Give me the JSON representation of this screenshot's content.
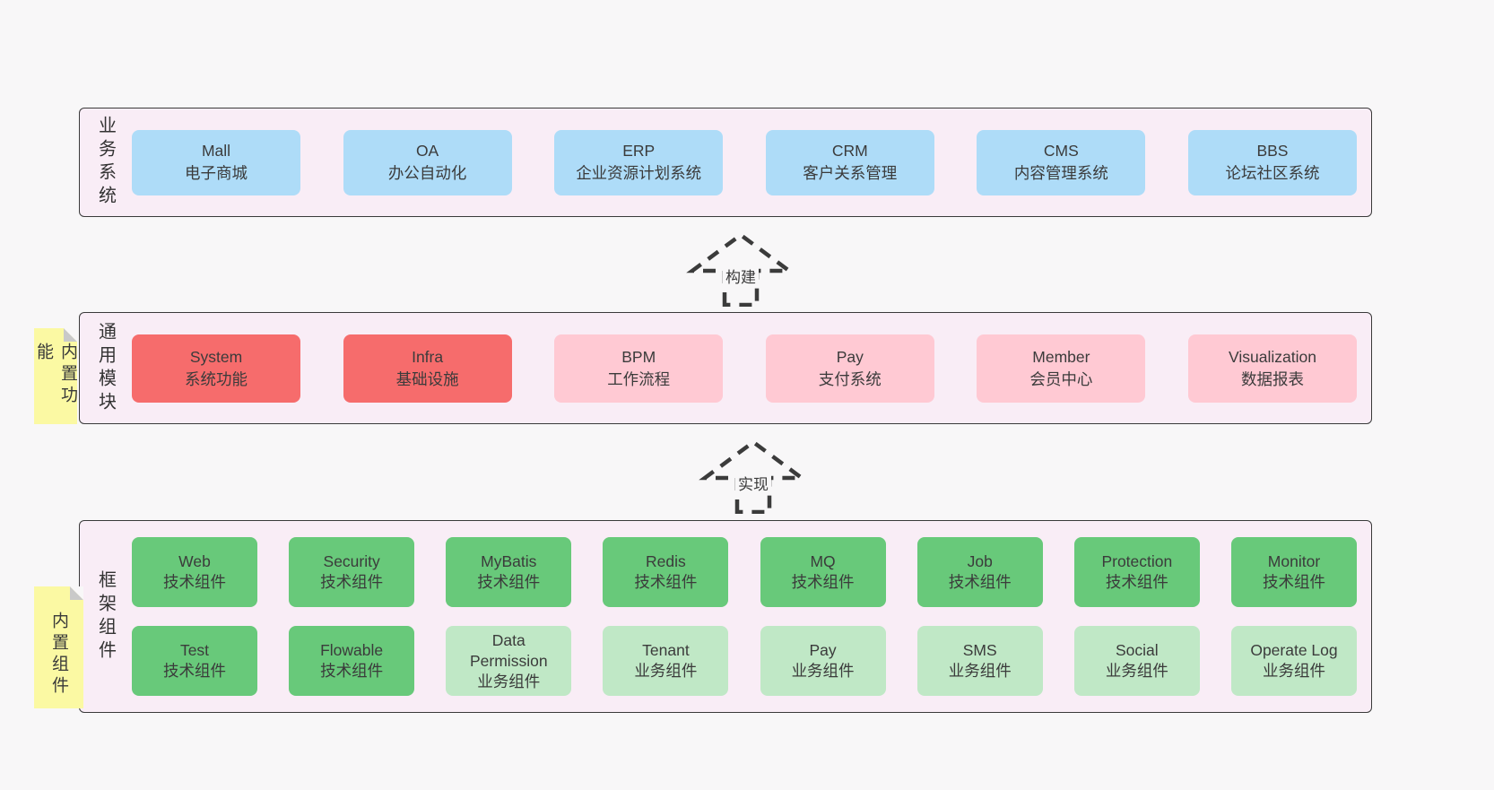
{
  "colors": {
    "page_bg": "#f8f7f8",
    "panel_bg": "#f9edf6",
    "panel_border": "#3a3a3a",
    "blue_box": "#aedcf8",
    "red_box": "#f66c6c",
    "pink_box": "#ffc9d3",
    "green_box": "#68c97a",
    "light_green_box": "#c0e8c6",
    "note_yellow": "#fbf9a3",
    "note_fold_gray": "#c9c9c9",
    "text": "#3b3b3b"
  },
  "sections": [
    {
      "label": "业务系统",
      "boxes": [
        {
          "name": "Mall",
          "desc": "电子商城"
        },
        {
          "name": "OA",
          "desc": "办公自动化"
        },
        {
          "name": "ERP",
          "desc": "企业资源计划系统"
        },
        {
          "name": "CRM",
          "desc": "客户关系管理"
        },
        {
          "name": "CMS",
          "desc": "内容管理系统"
        },
        {
          "name": "BBS",
          "desc": "论坛社区系统"
        }
      ]
    },
    {
      "label": "通用模块",
      "note": "内置功能",
      "boxes": [
        {
          "name": "System",
          "desc": "系统功能"
        },
        {
          "name": "Infra",
          "desc": "基础设施"
        },
        {
          "name": "BPM",
          "desc": "工作流程"
        },
        {
          "name": "Pay",
          "desc": "支付系统"
        },
        {
          "name": "Member",
          "desc": "会员中心"
        },
        {
          "name": "Visualization",
          "desc": "数据报表"
        }
      ]
    },
    {
      "label": "框架组件",
      "note": "内置组件",
      "boxes_row1": [
        {
          "name": "Web",
          "desc": "技术组件"
        },
        {
          "name": "Security",
          "desc": "技术组件"
        },
        {
          "name": "MyBatis",
          "desc": "技术组件"
        },
        {
          "name": "Redis",
          "desc": "技术组件"
        },
        {
          "name": "MQ",
          "desc": "技术组件"
        },
        {
          "name": "Job",
          "desc": "技术组件"
        },
        {
          "name": "Protection",
          "desc": "技术组件"
        },
        {
          "name": "Monitor",
          "desc": "技术组件"
        }
      ],
      "boxes_row2": [
        {
          "name": "Test",
          "desc": "技术组件"
        },
        {
          "name": "Flowable",
          "desc": "技术组件"
        },
        {
          "name": "Data Permission",
          "desc": "业务组件"
        },
        {
          "name": "Tenant",
          "desc": "业务组件"
        },
        {
          "name": "Pay",
          "desc": "业务组件"
        },
        {
          "name": "SMS",
          "desc": "业务组件"
        },
        {
          "name": "Social",
          "desc": "业务组件"
        },
        {
          "name": "Operate Log",
          "desc": "业务组件"
        }
      ]
    }
  ],
  "arrows": [
    {
      "label": "构建"
    },
    {
      "label": "实现"
    }
  ]
}
